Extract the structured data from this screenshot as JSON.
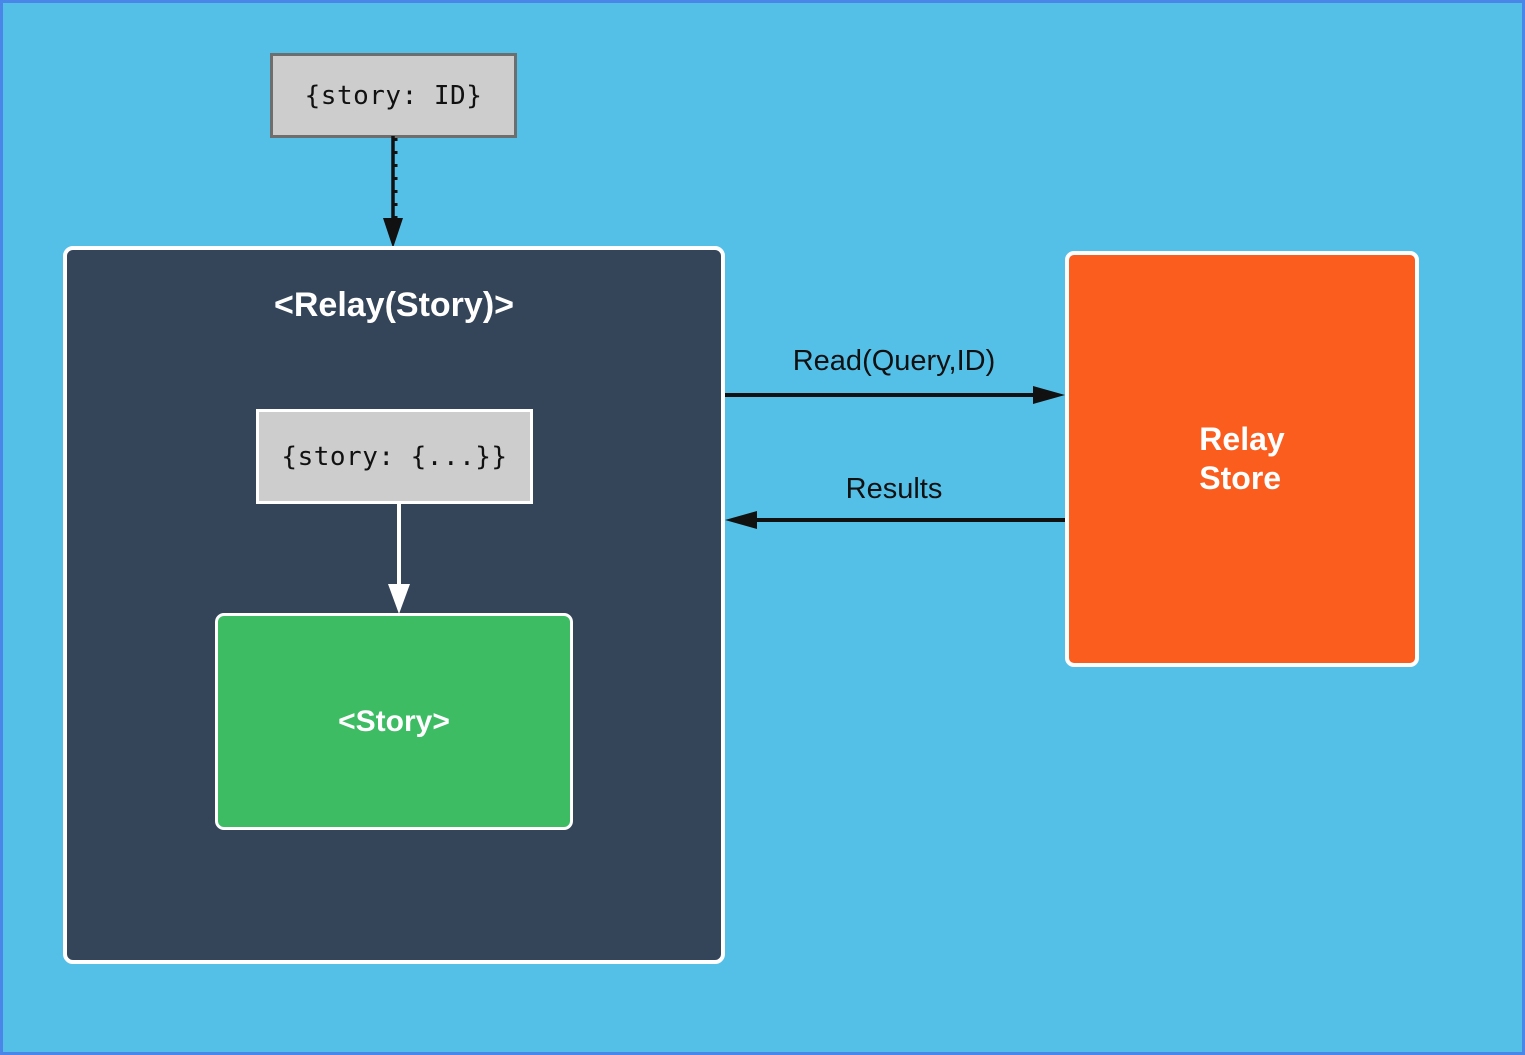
{
  "diagram": {
    "input_box": {
      "label": "{story: ID}"
    },
    "relay_container": {
      "title": "<Relay(Story)>"
    },
    "props_box": {
      "label": "{story: {...}}"
    },
    "story_box": {
      "label": "<Story>"
    },
    "store_box": {
      "line1": "Relay",
      "line2": "Store"
    },
    "edges": {
      "read_label": "Read(Query,ID)",
      "results_label": "Results"
    },
    "colors": {
      "background": "#54c0e8",
      "frame": "#4a86e8",
      "container": "#344459",
      "story": "#3dbc64",
      "store": "#fb5d1e",
      "box_fill": "#cdcdcd",
      "box_border": "#6e6e6e",
      "ink": "#111111",
      "white": "#ffffff"
    }
  }
}
